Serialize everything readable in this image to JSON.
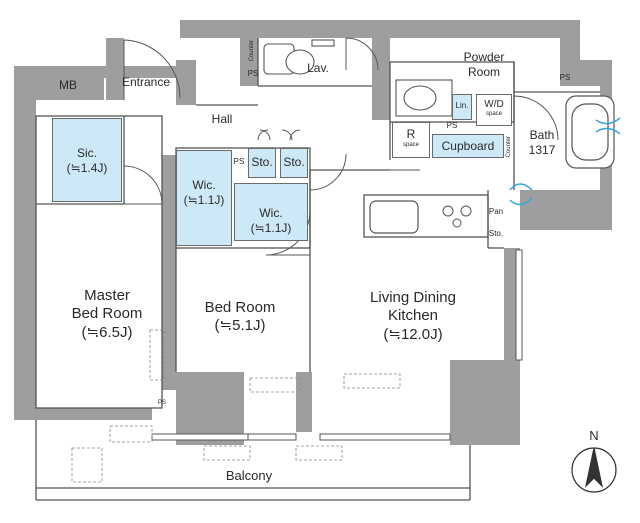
{
  "rooms": {
    "mb": "MB",
    "entrance": "Entrance",
    "hall": "Hall",
    "lav": "Lav.",
    "powder_room": [
      "Powder",
      "Room"
    ],
    "wd": "W/D",
    "wd_sub": "space",
    "lin": "Lin.",
    "bath": [
      "Bath",
      "1317"
    ],
    "r_space": [
      "R",
      "space"
    ],
    "cupboard": "Cupboard",
    "counter_lav": "Counter",
    "counter_bath": "Counter",
    "sic": [
      "Sic.",
      "(≒1.4J)"
    ],
    "wic1": [
      "Wic.",
      "(≒1.1J)"
    ],
    "wic2": [
      "Wic.",
      "(≒1.1J)"
    ],
    "sto1": "Sto.",
    "sto2": "Sto.",
    "sto3": "Sto.",
    "pan": "Pan",
    "ps_labels": [
      "PS",
      "PS",
      "PS",
      "PS",
      "PS"
    ],
    "master_bed": [
      "Master",
      "Bed Room",
      "(≒6.5J)"
    ],
    "bed_room": [
      "Bed Room",
      "(≒5.1J)"
    ],
    "ldk": [
      "Living Dining",
      "Kitchen",
      "(≒12.0J)"
    ],
    "balcony": "Balcony"
  },
  "compass": {
    "north": "N"
  },
  "colors": {
    "wall": "#9e9e9e",
    "storage": "#cde8f6",
    "line": "#555555",
    "window": "#3aa6d8"
  }
}
